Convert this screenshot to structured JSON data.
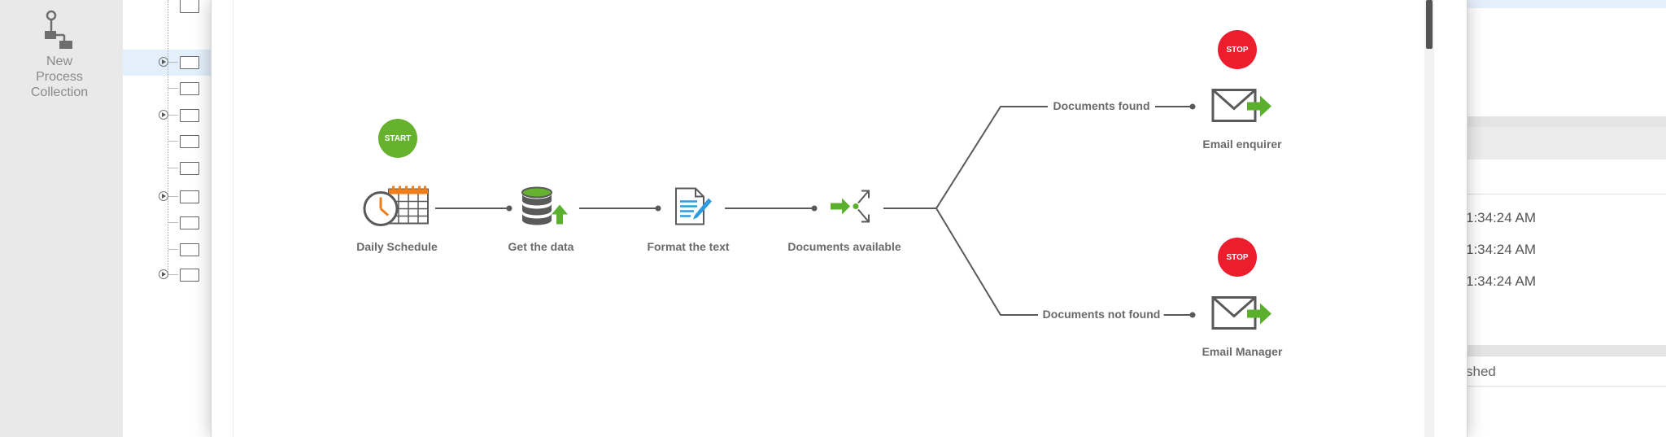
{
  "sidebar": {
    "new_process_collection_label": "New\nProcess\nCollection"
  },
  "workflow": {
    "start_badge": "START",
    "stop_badge": "STOP",
    "nodes": {
      "daily_schedule": "Daily Schedule",
      "get_the_data": "Get the data",
      "format_the_text": "Format the text",
      "documents_available": "Documents available",
      "email_enquirer": "Email enquirer",
      "email_manager": "Email Manager"
    },
    "branches": {
      "found": "Documents found",
      "not_found": "Documents not found"
    }
  },
  "right_panel": {
    "times": [
      "1:34:24 AM",
      "1:34:24 AM",
      "1:34:24 AM"
    ],
    "status_value": "shed"
  },
  "colors": {
    "start_green": "#66b22e",
    "stop_red": "#ee1d2e",
    "icon_blue": "#2d9be0",
    "arrow_green": "#5aaf2c",
    "calendar_orange": "#f07f1b"
  }
}
